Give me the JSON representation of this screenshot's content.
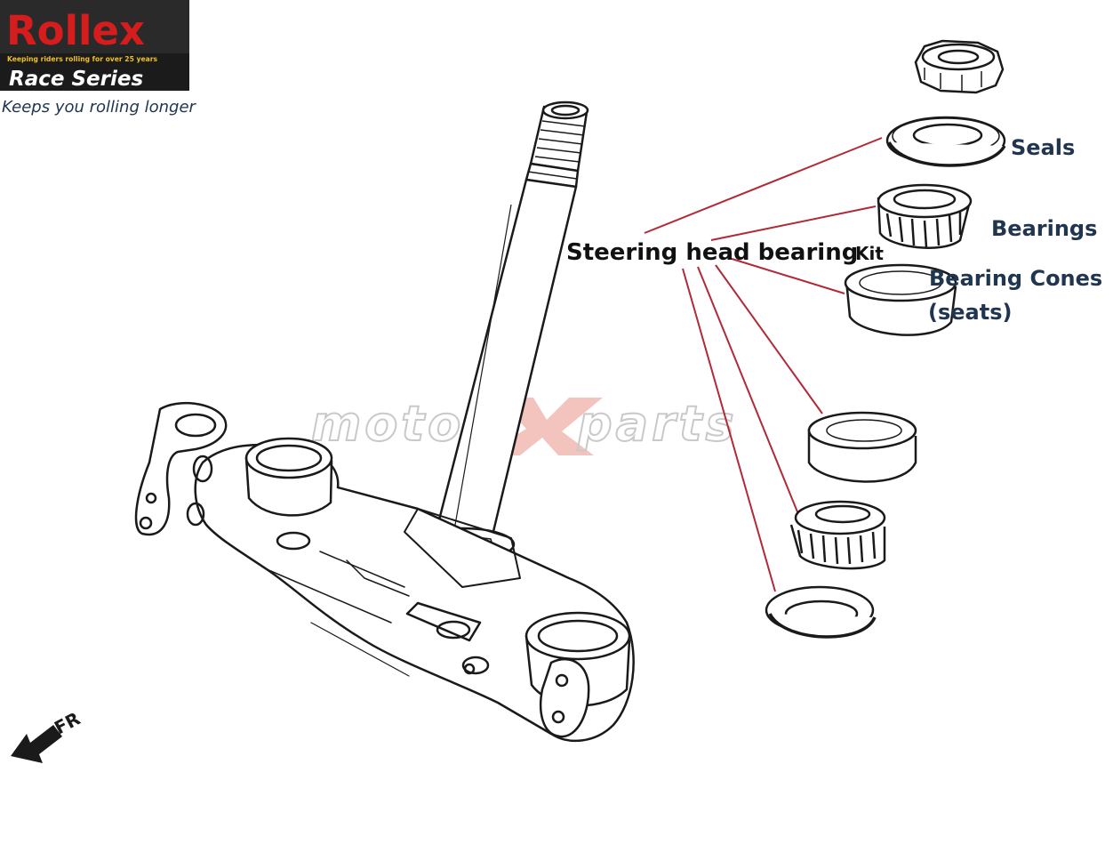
{
  "logo": {
    "brand": "Rollex",
    "tagline": "Keeping riders rolling for over 25 years",
    "series": "Race Series",
    "slogan": "Keeps you rolling longer"
  },
  "watermark": {
    "text": "motoXparts"
  },
  "kit_label": {
    "main": "Steering head bearing",
    "suffix": "Kit"
  },
  "labels": {
    "seals": "Seals",
    "bearings": "Bearings",
    "cones_line1": "Bearing Cones",
    "cones_line2": "(seats)"
  },
  "direction": {
    "text": "FR"
  },
  "colors": {
    "leader": "#b02a37",
    "label_text": "#1f3550",
    "logo_red": "#d51d1d",
    "logo_bg": "#1b1b1b",
    "line": "#1a1a1a",
    "watermark": "#cfcfcf",
    "watermark_x": "#f1b9b3"
  }
}
